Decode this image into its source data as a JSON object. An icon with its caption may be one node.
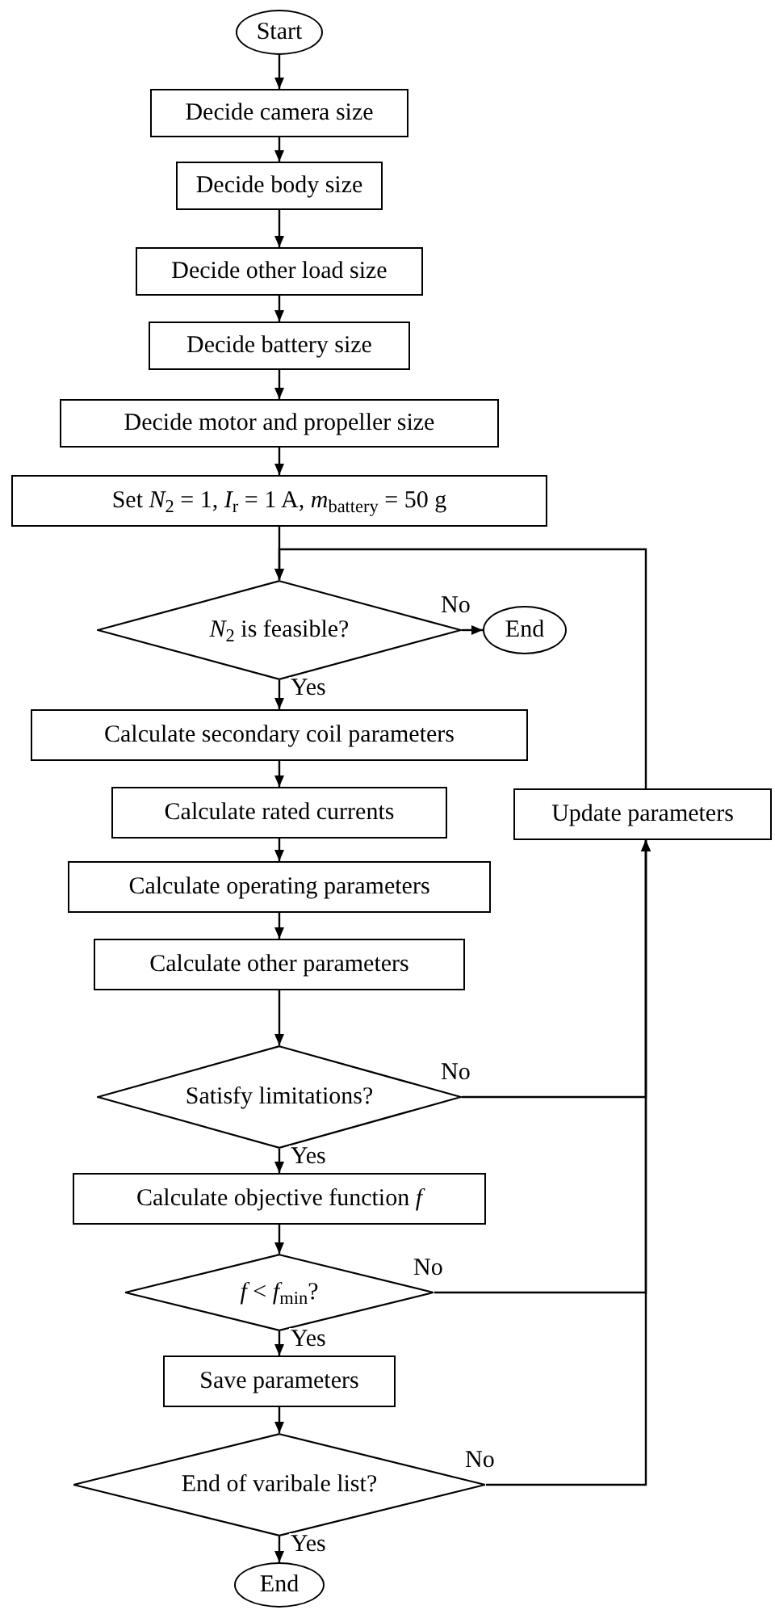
{
  "diagram": {
    "nodes": [
      {
        "text": [
          "Start"
        ]
      },
      {
        "text": [
          "Decide camera size"
        ]
      },
      {
        "text": [
          "Decide body size"
        ]
      },
      {
        "text": [
          "Decide other load size"
        ]
      },
      {
        "text": [
          "Decide battery size"
        ]
      },
      {
        "text": [
          "Decide motor and propeller size"
        ]
      },
      {
        "text": [
          "Set *N*$_{2}$ = 1, *I*$_{r}$ = 1 A, *m*$_{battery}$ = 50 g"
        ]
      },
      {
        "text": [
          "*N*$_{2}$ is feasible?"
        ]
      },
      {
        "text": [
          "End"
        ]
      },
      {
        "text": [
          "Calculate secondary coil parameters"
        ]
      },
      {
        "text": [
          "Calculate rated currents"
        ]
      },
      {
        "text": [
          "Calculate operating parameters"
        ]
      },
      {
        "text": [
          "Calculate other parameters"
        ]
      },
      {
        "text": [
          "Satisfy limitations?"
        ]
      },
      {
        "text": [
          "Calculate objective function *f*"
        ]
      },
      {
        "text": [
          "*f* < *f*$_{min}$?"
        ]
      },
      {
        "text": [
          "Save parameters"
        ]
      },
      {
        "text": [
          "End of varibale list?"
        ]
      },
      {
        "text": [
          "End"
        ]
      },
      {
        "text": [
          "Update parameters"
        ]
      }
    ],
    "edges": [
      {
        "from": 0,
        "to": 1,
        "arrow": "to"
      },
      {
        "from": 1,
        "to": 2,
        "arrow": "to"
      },
      {
        "from": 2,
        "to": 3,
        "arrow": "to"
      },
      {
        "from": 3,
        "to": 4,
        "arrow": "to"
      },
      {
        "from": 4,
        "to": 5,
        "arrow": "to"
      },
      {
        "from": 5,
        "to": 6,
        "arrow": "to"
      },
      {
        "from": 6,
        "to": 7,
        "arrow": "to"
      },
      {
        "from": 7,
        "to": 8,
        "arrow": "to",
        "label": "No"
      },
      {
        "from": 7,
        "to": 9,
        "arrow": "to",
        "label": "Yes"
      },
      {
        "from": 9,
        "to": 10,
        "arrow": "to"
      },
      {
        "from": 10,
        "to": 11,
        "arrow": "to"
      },
      {
        "from": 11,
        "to": 12,
        "arrow": "to"
      },
      {
        "from": 12,
        "to": 13,
        "arrow": "to"
      },
      {
        "from": 13,
        "to": 14,
        "arrow": "to",
        "label": "Yes"
      },
      {
        "from": 13,
        "to": 19,
        "arrow": "to",
        "label": "No"
      },
      {
        "from": 14,
        "to": 15,
        "arrow": "to"
      },
      {
        "from": 15,
        "to": 16,
        "arrow": "to",
        "label": "Yes"
      },
      {
        "from": 15,
        "to": 19,
        "arrow": "to",
        "label": "No"
      },
      {
        "from": 16,
        "to": 17,
        "arrow": "to"
      },
      {
        "from": 17,
        "to": 19,
        "arrow": "to",
        "label": "No"
      },
      {
        "from": 17,
        "to": 18,
        "arrow": "to",
        "label": "Yes"
      },
      {
        "from": 19,
        "to": 7,
        "arrow": "to"
      }
    ]
  }
}
